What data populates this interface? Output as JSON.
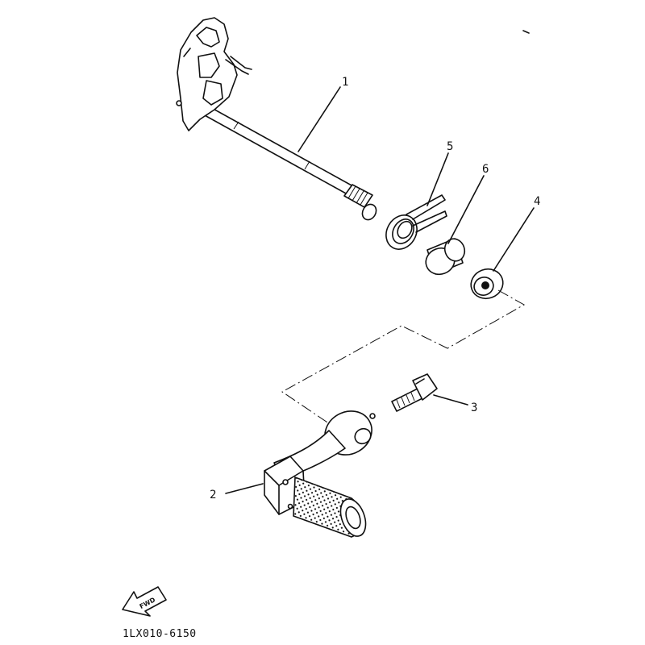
{
  "callouts": [
    "1",
    "2",
    "3",
    "4",
    "5",
    "6"
  ],
  "direction_label": "FWD",
  "drawing_code": "1LX010-6150"
}
